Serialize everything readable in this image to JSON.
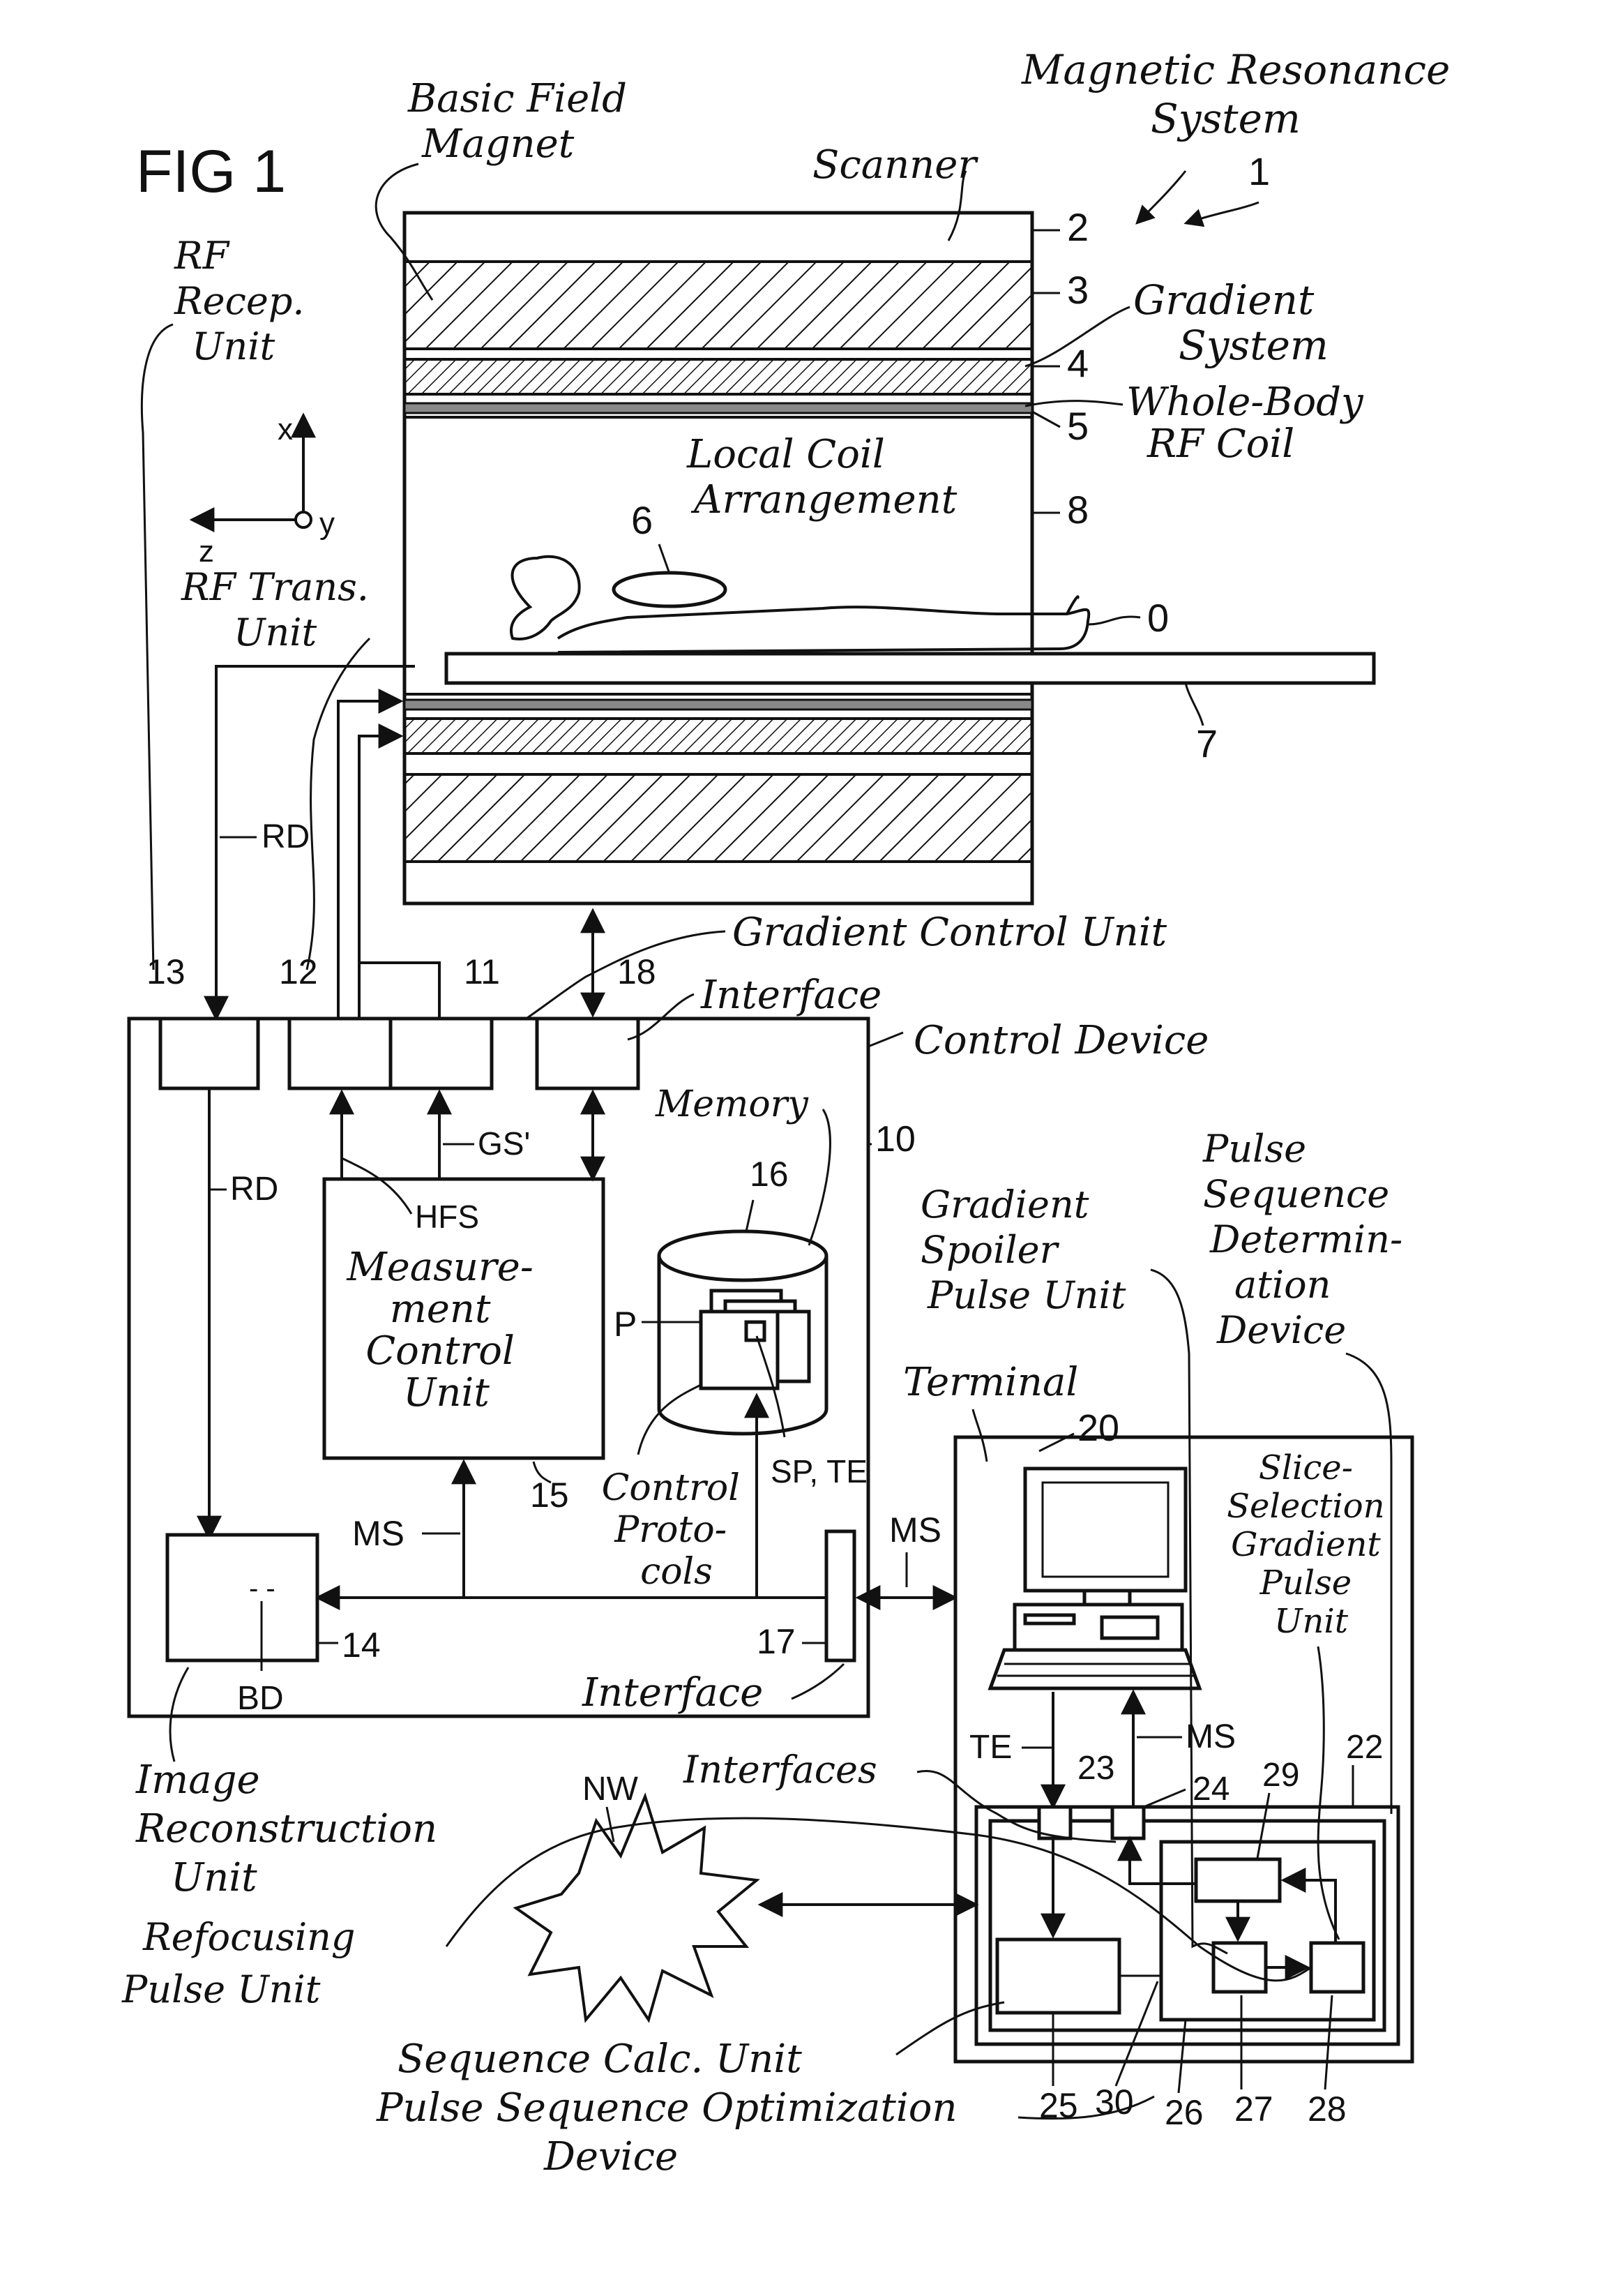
{
  "figure_title": "FIG 1",
  "labels": {
    "system": [
      "Magnetic Resonance",
      "System"
    ],
    "ref_1": "1",
    "scanner": "Scanner",
    "basic_field_magnet": [
      "Basic Field",
      "Magnet"
    ],
    "gradient_system": [
      "Gradient",
      "System"
    ],
    "whole_body_coil": [
      "Whole-Body",
      "RF Coil"
    ],
    "local_coil": [
      "Local Coil",
      "Arrangement"
    ],
    "rf_receiver_unit": [
      "RF",
      "Recep.",
      "Unit"
    ],
    "rf_transmit_unit": [
      "RF Trans.",
      "Unit"
    ],
    "axis_x": "x",
    "axis_y": "y",
    "axis_z": "z",
    "gradient_control_unit": "Gradient Control Unit",
    "interface_top": "Interface",
    "control_device": "Control Device",
    "memory": "Memory",
    "measurement_control": [
      "Measure-",
      "ment",
      "Control",
      "Unit"
    ],
    "control_protocols": [
      "Control",
      "Proto-",
      "cols"
    ],
    "interface_bottom": "Interface",
    "image_reconstruction": [
      "Image",
      "Reconstruction",
      "Unit"
    ],
    "refocusing_pulse": [
      "Refocusing",
      "Pulse Unit"
    ],
    "gradient_spoiler": [
      "Gradient",
      "Spoiler",
      "Pulse Unit"
    ],
    "pulse_sequence_determination": [
      "Pulse",
      "Sequence",
      "Determin-",
      "ation",
      "Device"
    ],
    "terminal": "Terminal",
    "slice_selection": [
      "Slice-",
      "Selection",
      "Gradient",
      "Pulse",
      "Unit"
    ],
    "interfaces": "Interfaces",
    "sequence_calc": "Sequence Calc. Unit",
    "pulse_sequence_optimization": [
      "Pulse Sequence Optimization",
      "Device"
    ]
  },
  "signals": {
    "rd_top": "RD",
    "rd_mid": "RD",
    "gs": "GS'",
    "hfs": "HFS",
    "ms_left": "MS",
    "ms_right": "MS",
    "ms_terminal": "MS",
    "te_terminal": "TE",
    "bd": "BD",
    "p": "P",
    "sp_te": "SP, TE",
    "nw": "NW"
  },
  "refs": {
    "r0": "0",
    "r2": "2",
    "r3": "3",
    "r4": "4",
    "r5": "5",
    "r6": "6",
    "r7": "7",
    "r8": "8",
    "r10": "10",
    "r11": "11",
    "r12": "12",
    "r13": "13",
    "r14": "14",
    "r15": "15",
    "r16": "16",
    "r17": "17",
    "r18": "18",
    "r20": "20",
    "r22": "22",
    "r23": "23",
    "r24": "24",
    "r25": "25",
    "r26": "26",
    "r27": "27",
    "r28": "28",
    "r29": "29",
    "r30": "30"
  }
}
